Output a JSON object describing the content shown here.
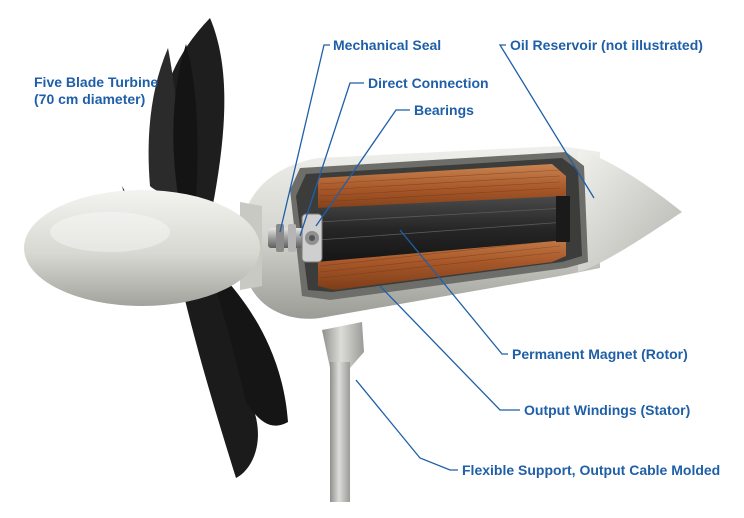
{
  "diagram": {
    "colors": {
      "label": "#1f5fa8",
      "leader": "#1f5fa8",
      "housing": "#d9d9d4",
      "blade": "#1e1e1e",
      "winding": "#b0622f",
      "rotor": "#2a2a2a",
      "background": "#ffffff"
    },
    "labels": {
      "turbine_line1": "Five Blade Turbine",
      "turbine_line2": "(70 cm diameter)",
      "mechanical_seal": "Mechanical Seal",
      "oil_reservoir": "Oil Reservoir (not illustrated)",
      "direct_connection": "Direct Connection",
      "bearings": "Bearings",
      "permanent_magnet": "Permanent Magnet (Rotor)",
      "output_windings": "Output Windings (Stator)",
      "flexible_support": "Flexible Support, Output Cable Molded"
    }
  }
}
